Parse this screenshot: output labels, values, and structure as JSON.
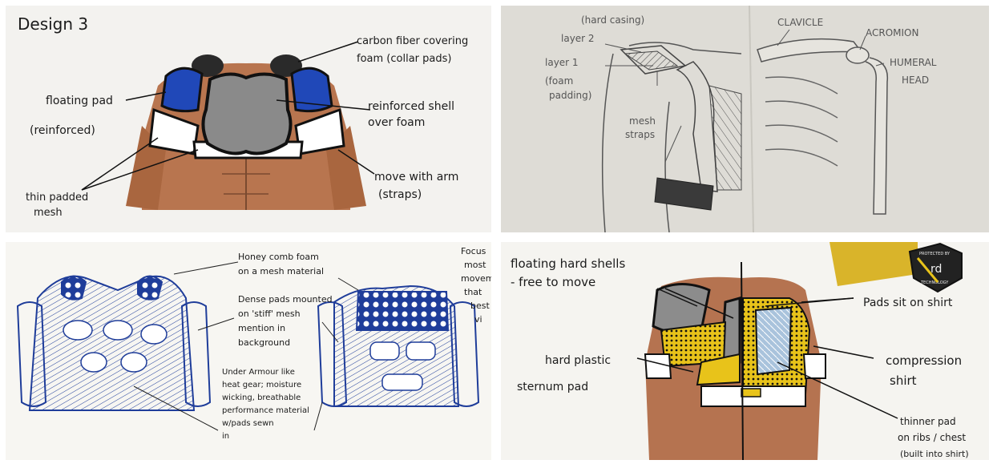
{
  "panel1": {
    "title": "Design 3",
    "labels": {
      "carbon_a": "carbon fiber covering",
      "carbon_b": "foam (collar pads)",
      "floating_a": "floating pad",
      "floating_b": "(reinforced)",
      "shell_a": "reinforced shell",
      "shell_b": "over foam",
      "mesh_a": "thin padded",
      "mesh_b": "mesh",
      "move_a": "move with arm",
      "move_b": "(straps)"
    },
    "colors": {
      "pad_blue": "#2048b8",
      "shell_gray": "#8a8a8a",
      "skin": "#b8754f"
    }
  },
  "panel2": {
    "labels": {
      "hard_casing": "(hard casing)",
      "layer2": "layer 2",
      "layer1": "layer 1",
      "foam_a": "(foam",
      "foam_b": "padding)",
      "mesh_a": "mesh",
      "mesh_b": "straps",
      "clavicle": "CLAVICLE",
      "acromion": "ACROMION",
      "humeral_a": "HUMERAL",
      "humeral_b": "HEAD"
    }
  },
  "panel3": {
    "labels": {
      "honey_a": "Honey comb foam",
      "honey_b": "on a mesh material",
      "dense_a": "Dense pads mounted",
      "dense_b": "on 'stiff' mesh",
      "dense_c": "mention in",
      "dense_d": "background",
      "ua_a": "Under Armour like",
      "ua_b": "heat gear; moisture",
      "ua_c": "wicking, breathable",
      "ua_d": "performance material",
      "ua_e": "w/pads sewn",
      "ua_f": "in",
      "focus_a": "Focus",
      "focus_b": "most",
      "focus_c": "movem",
      "focus_d": "that",
      "focus_e": "best",
      "focus_f": "vi"
    },
    "colors": {
      "ink_blue": "#1f3d9a"
    }
  },
  "panel4": {
    "labels": {
      "floating_a": "floating hard shells",
      "floating_b": "- free to move",
      "pads_sit": "Pads sit on shirt",
      "plastic_a": "hard plastic",
      "plastic_b": "sternum pad",
      "compression_a": "compression",
      "compression_b": "shirt",
      "thinner_a": "thinner pad",
      "thinner_b": "on ribs / chest",
      "thinner_c": "(built into shirt)",
      "badge_top": "PROTECTED BY",
      "badge_mark": "rd",
      "badge_bottom": "TECHNOLOGY"
    },
    "colors": {
      "yellow": "#e8c31a",
      "light_blue": "#a9c3dc",
      "shell_gray": "#8c8c8c"
    }
  }
}
